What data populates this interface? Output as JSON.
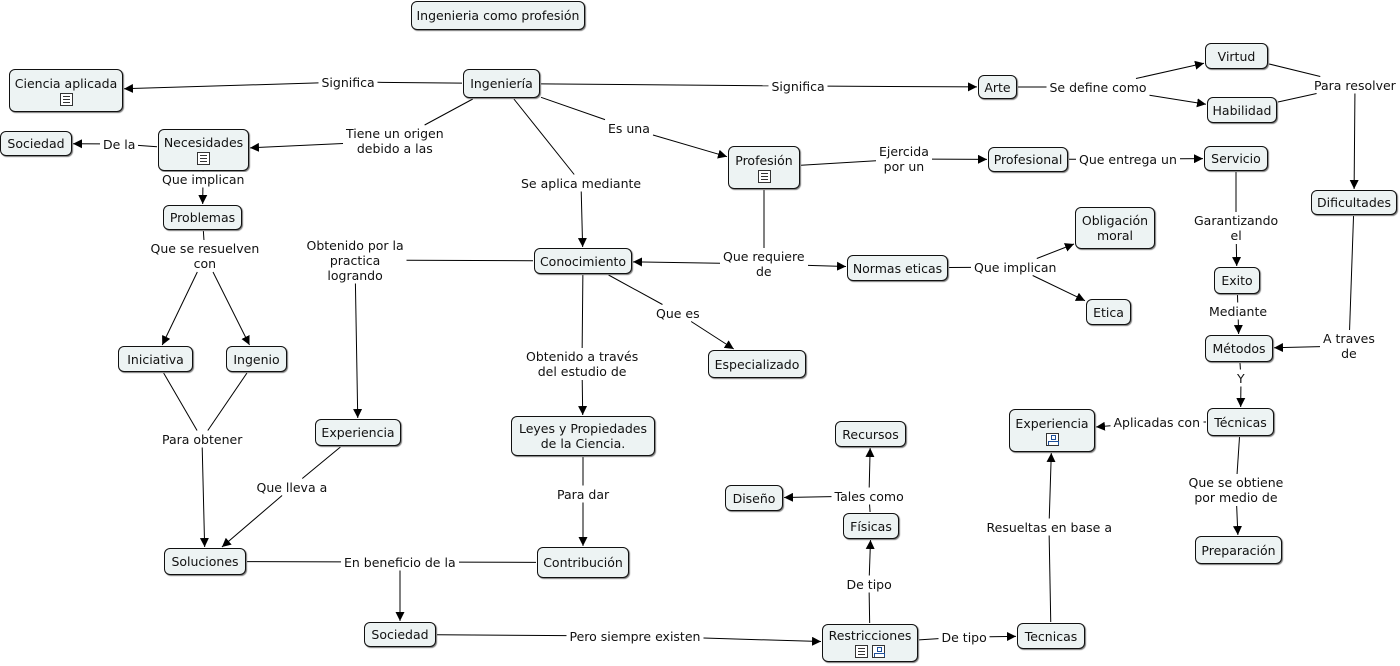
{
  "title": "Ingenieria como profesión",
  "nodes": [
    {
      "id": "ingenieria",
      "label": "Ingeniería"
    },
    {
      "id": "ciencia",
      "label": "Ciencia aplicada",
      "icons": [
        "document-icon"
      ]
    },
    {
      "id": "arte",
      "label": "Arte"
    },
    {
      "id": "virtud",
      "label": "Virtud"
    },
    {
      "id": "habilidad",
      "label": "Habilidad"
    },
    {
      "id": "dificultades",
      "label": "Dificultades"
    },
    {
      "id": "sociedad1",
      "label": "Sociedad"
    },
    {
      "id": "necesidades",
      "label": "Necesidades",
      "icons": [
        "document-icon"
      ]
    },
    {
      "id": "problemas",
      "label": "Problemas"
    },
    {
      "id": "iniciativa",
      "label": "Iniciativa"
    },
    {
      "id": "ingenio",
      "label": "Ingenio"
    },
    {
      "id": "soluciones",
      "label": "Soluciones"
    },
    {
      "id": "sociedad2",
      "label": "Sociedad"
    },
    {
      "id": "profesion",
      "label": "Profesión",
      "icons": [
        "document-icon"
      ]
    },
    {
      "id": "profesional",
      "label": "Profesional"
    },
    {
      "id": "servicio",
      "label": "Servicio"
    },
    {
      "id": "exito",
      "label": "Exito"
    },
    {
      "id": "metodos",
      "label": "Métodos"
    },
    {
      "id": "tecnicas",
      "label": "Técnicas"
    },
    {
      "id": "preparacion",
      "label": "Preparación"
    },
    {
      "id": "experiencia2",
      "label": "Experiencia",
      "icons": [
        "concept-map-icon"
      ]
    },
    {
      "id": "obligacion",
      "label": "Obligación\nmoral"
    },
    {
      "id": "normas",
      "label": "Normas eticas"
    },
    {
      "id": "etica",
      "label": "Etica"
    },
    {
      "id": "conocimiento",
      "label": "Conocimiento"
    },
    {
      "id": "especializado",
      "label": "Especializado"
    },
    {
      "id": "leyes",
      "label": "Leyes y Propiedades\nde la Ciencia."
    },
    {
      "id": "contribucion",
      "label": "Contribución"
    },
    {
      "id": "experiencia1",
      "label": "Experiencia"
    },
    {
      "id": "recursos",
      "label": "Recursos"
    },
    {
      "id": "diseno",
      "label": "Diseño"
    },
    {
      "id": "fisicas",
      "label": "Físicas"
    },
    {
      "id": "restricciones",
      "label": "Restricciones",
      "icons": [
        "document-icon",
        "concept-map-icon"
      ]
    },
    {
      "id": "tecnicas2",
      "label": "Tecnicas"
    }
  ],
  "links": [
    {
      "id": "l_significa1",
      "label": "Significa"
    },
    {
      "id": "l_significa2",
      "label": "Significa"
    },
    {
      "id": "l_sedefine",
      "label": "Se define como"
    },
    {
      "id": "l_pararesolver",
      "label": "Para resolver"
    },
    {
      "id": "l_origen",
      "label": "Tiene un origen\ndebido a las"
    },
    {
      "id": "l_dela",
      "label": "De la"
    },
    {
      "id": "l_implican",
      "label": "Que implican"
    },
    {
      "id": "l_resuelven",
      "label": "Que  se resuelven\ncon"
    },
    {
      "id": "l_obtener",
      "label": "Para obtener"
    },
    {
      "id": "l_beneficio",
      "label": "En beneficio de la"
    },
    {
      "id": "l_siempre",
      "label": "Pero siempre existen"
    },
    {
      "id": "l_esuna",
      "label": "Es una"
    },
    {
      "id": "l_ejercida",
      "label": "Ejercida\npor un"
    },
    {
      "id": "l_entrega",
      "label": "Que entrega un"
    },
    {
      "id": "l_garantizando",
      "label": "Garantizando\nel"
    },
    {
      "id": "l_mediante",
      "label": "Mediante"
    },
    {
      "id": "l_atraves",
      "label": "A traves\nde"
    },
    {
      "id": "l_y",
      "label": "Y"
    },
    {
      "id": "l_aplicadas",
      "label": "Aplicadas con"
    },
    {
      "id": "l_seobtiene",
      "label": "Que se obtiene\npor medio de"
    },
    {
      "id": "l_aplica",
      "label": "Se aplica mediante"
    },
    {
      "id": "l_requiere",
      "label": "Que requiere\nde"
    },
    {
      "id": "l_implican2",
      "label": "Que implican"
    },
    {
      "id": "l_quees",
      "label": "Que es"
    },
    {
      "id": "l_obtenidoatraves",
      "label": "Obtenido a través\ndel estudio de"
    },
    {
      "id": "l_paradar",
      "label": "Para dar"
    },
    {
      "id": "l_practica",
      "label": "Obtenido por la\npractica\nlogrando"
    },
    {
      "id": "l_llevaa",
      "label": "Que lleva a"
    },
    {
      "id": "l_detipo1",
      "label": "De tipo"
    },
    {
      "id": "l_talescomo",
      "label": "Tales como"
    },
    {
      "id": "l_detipo2",
      "label": "De tipo"
    },
    {
      "id": "l_resueltas",
      "label": "Resueltas en base a"
    }
  ],
  "edges": [
    [
      "ingenieria",
      "l_significa1"
    ],
    [
      "l_significa1",
      "ciencia"
    ],
    [
      "ingenieria",
      "l_significa2"
    ],
    [
      "l_significa2",
      "arte"
    ],
    [
      "arte",
      "l_sedefine"
    ],
    [
      "l_sedefine",
      "virtud"
    ],
    [
      "l_sedefine",
      "habilidad"
    ],
    [
      "virtud",
      "l_pararesolver"
    ],
    [
      "habilidad",
      "l_pararesolver"
    ],
    [
      "l_pararesolver",
      "dificultades"
    ],
    [
      "ingenieria",
      "l_origen"
    ],
    [
      "l_origen",
      "necesidades"
    ],
    [
      "necesidades",
      "l_dela"
    ],
    [
      "l_dela",
      "sociedad1"
    ],
    [
      "necesidades",
      "l_implican"
    ],
    [
      "l_implican",
      "problemas"
    ],
    [
      "problemas",
      "l_resuelven"
    ],
    [
      "l_resuelven",
      "iniciativa"
    ],
    [
      "l_resuelven",
      "ingenio"
    ],
    [
      "iniciativa",
      "l_obtener"
    ],
    [
      "ingenio",
      "l_obtener"
    ],
    [
      "l_obtener",
      "soluciones"
    ],
    [
      "soluciones",
      "l_beneficio"
    ],
    [
      "l_beneficio",
      "sociedad2"
    ],
    [
      "sociedad2",
      "l_siempre"
    ],
    [
      "l_siempre",
      "restricciones"
    ],
    [
      "ingenieria",
      "l_esuna"
    ],
    [
      "l_esuna",
      "profesion"
    ],
    [
      "profesion",
      "l_ejercida"
    ],
    [
      "l_ejercida",
      "profesional"
    ],
    [
      "profesional",
      "l_entrega"
    ],
    [
      "l_entrega",
      "servicio"
    ],
    [
      "servicio",
      "l_garantizando"
    ],
    [
      "l_garantizando",
      "exito"
    ],
    [
      "exito",
      "l_mediante"
    ],
    [
      "l_mediante",
      "metodos"
    ],
    [
      "dificultades",
      "l_atraves"
    ],
    [
      "l_atraves",
      "metodos"
    ],
    [
      "metodos",
      "l_y"
    ],
    [
      "l_y",
      "tecnicas"
    ],
    [
      "tecnicas",
      "l_aplicadas"
    ],
    [
      "l_aplicadas",
      "experiencia2"
    ],
    [
      "tecnicas",
      "l_seobtiene"
    ],
    [
      "l_seobtiene",
      "preparacion"
    ],
    [
      "ingenieria",
      "l_aplica"
    ],
    [
      "l_aplica",
      "conocimiento"
    ],
    [
      "profesion",
      "l_requiere"
    ],
    [
      "l_requiere",
      "normas"
    ],
    [
      "l_requiere",
      "conocimiento"
    ],
    [
      "normas",
      "l_implican2"
    ],
    [
      "l_implican2",
      "obligacion"
    ],
    [
      "l_implican2",
      "etica"
    ],
    [
      "conocimiento",
      "l_quees"
    ],
    [
      "l_quees",
      "especializado"
    ],
    [
      "conocimiento",
      "l_obtenidoatraves"
    ],
    [
      "l_obtenidoatraves",
      "leyes"
    ],
    [
      "leyes",
      "l_paradar"
    ],
    [
      "l_paradar",
      "contribucion"
    ],
    [
      "contribucion",
      "l_beneficio"
    ],
    [
      "conocimiento",
      "l_practica"
    ],
    [
      "l_practica",
      "experiencia1"
    ],
    [
      "experiencia1",
      "l_llevaa"
    ],
    [
      "l_llevaa",
      "soluciones"
    ],
    [
      "restricciones",
      "l_detipo1"
    ],
    [
      "l_detipo1",
      "fisicas"
    ],
    [
      "fisicas",
      "l_talescomo"
    ],
    [
      "l_talescomo",
      "recursos"
    ],
    [
      "l_talescomo",
      "diseno"
    ],
    [
      "restricciones",
      "l_detipo2"
    ],
    [
      "l_detipo2",
      "tecnicas2"
    ],
    [
      "tecnicas2",
      "l_resueltas"
    ],
    [
      "l_resueltas",
      "experiencia2"
    ]
  ]
}
